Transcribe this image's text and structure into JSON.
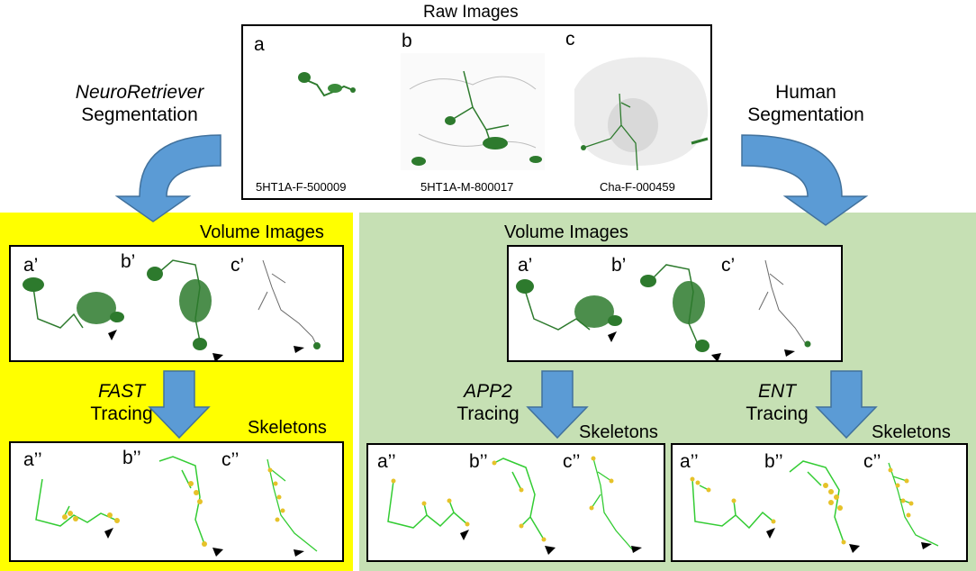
{
  "raw": {
    "title": "Raw Images",
    "panels": [
      {
        "label": "a",
        "caption": "5HT1A-F-500009"
      },
      {
        "label": "b",
        "caption": "5HT1A-M-800017"
      },
      {
        "label": "c",
        "caption": "Cha-F-000459"
      }
    ]
  },
  "left_branch": {
    "method_line1": "NeuroRetriever",
    "method_line2": "Segmentation",
    "volume_title": "Volume Images",
    "volume_labels": [
      "a’",
      "b’",
      "c’"
    ],
    "tracing_line1": "FAST",
    "tracing_line2": "Tracing",
    "skeleton_title": "Skeletons",
    "skeleton_labels": [
      "a’’",
      "b’’",
      "c’’"
    ],
    "background_color": "#ffff00"
  },
  "right_branch": {
    "method_line1": "Human",
    "method_line2": "Segmentation",
    "volume_title": "Volume Images",
    "volume_labels": [
      "a’",
      "b’",
      "c’"
    ],
    "tracing_a_line1": "APP2",
    "tracing_a_line2": "Tracing",
    "skeleton_a_title": "Skeletons",
    "skeleton_a_labels": [
      "a’’",
      "b’’",
      "c’’"
    ],
    "tracing_b_line1": "ENT",
    "tracing_b_line2": "Tracing",
    "skeleton_b_title": "Skeletons",
    "skeleton_b_labels": [
      "a’’",
      "b’’",
      "c’’"
    ],
    "background_color": "#c6e0b4"
  },
  "colors": {
    "arrow": "#5b9bd5",
    "arrow_outline": "#41719c",
    "neuron_volume": "#2d7a2d",
    "skeleton_line": "#33cc33",
    "skeleton_node": "#e6c229"
  }
}
